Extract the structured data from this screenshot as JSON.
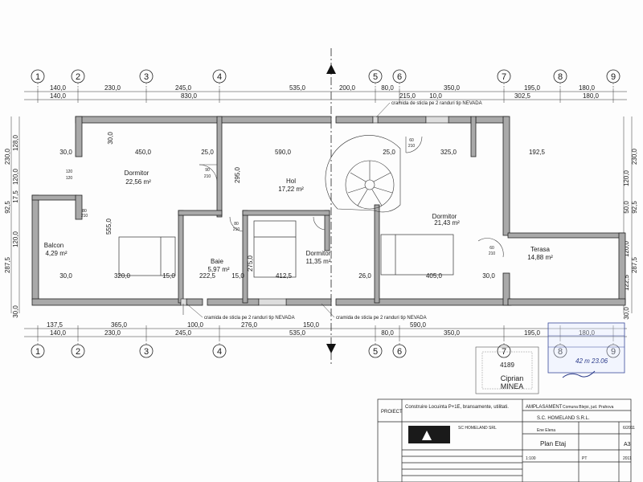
{
  "axes": {
    "top": [
      "1",
      "2",
      "3",
      "4",
      "5",
      "6",
      "7",
      "8",
      "9"
    ],
    "bottom": [
      "1",
      "2",
      "3",
      "4",
      "5",
      "6",
      "7",
      "8",
      "9"
    ]
  },
  "dims_top_row1": [
    "140,0",
    "230,0",
    "245,0",
    "535,0",
    "200,0",
    "80,0",
    "350,0",
    "195,0",
    "180,0"
  ],
  "dims_top_row2": [
    "140,0",
    "830,0",
    "215,0",
    "10,0",
    "302,5",
    "180,0"
  ],
  "dims_left": [
    "230,0",
    "128,0",
    "120,0",
    "92,5",
    "17,5",
    "120,0",
    "287,5",
    "30,0"
  ],
  "dims_right": [
    "230,0",
    "120,0",
    "50,0",
    "92,5",
    "120,0",
    "122,5",
    "287,5",
    "30,0"
  ],
  "dims_bottom_row1": [
    "137,5",
    "365,0",
    "100,0",
    "276,0",
    "150,0",
    "590,0"
  ],
  "dims_bottom_row2": [
    "140,0",
    "230,0",
    "245,0",
    "535,0",
    "80,0",
    "350,0",
    "195,0",
    "180,0"
  ],
  "interior_dims": {
    "row1": [
      "30,0",
      "450,0",
      "25,0",
      "590,0",
      "25,0",
      "325,0",
      "192,5"
    ],
    "row2": [
      "30,0",
      "320,0",
      "15,0",
      "222,5",
      "15,0",
      "412,5",
      "26,0",
      "405,0",
      "30,0"
    ],
    "vertical": [
      "30,0",
      "555,0",
      "295,0",
      "275,0"
    ]
  },
  "rooms": [
    {
      "name": "Dormitor",
      "area": "22,56 m²"
    },
    {
      "name": "Hol",
      "area": "17,22 m²"
    },
    {
      "name": "Balcon",
      "area": "4,29 m²"
    },
    {
      "name": "Baie",
      "area": "5,97 m²"
    },
    {
      "name": "Dormitor",
      "area": "11,35 m²"
    },
    {
      "name": "Dormitor",
      "area": "21,43 m²"
    },
    {
      "name": "Terasa",
      "area": "14,88 m²"
    }
  ],
  "notes": {
    "top_glass": "cramida de sticla pe 2 randuri tip NEVADA",
    "bottom_glass_left": "cramida de sticla pe 2 randuri tip NEVADA",
    "bottom_glass_right": "cramida de sticla pe 2 randuri tip NEVADA"
  },
  "openings": [
    "90",
    "210",
    "120",
    "120",
    "80",
    "210",
    "60",
    "210",
    "60",
    "210",
    "80",
    "210"
  ],
  "stamps": {
    "architect": [
      "4189",
      "Ciprian",
      "MINEA"
    ],
    "approval": "42 m 23.06"
  },
  "title_block": {
    "proiect_label": "PROIECT",
    "proiect_value": "Construire Locuinta P+1E, bransamente, utilitati.",
    "amplasament_label": "AMPLASAMENT",
    "amplasament_value": "Comuna Blejoi, jud. Prahova",
    "company_short": "SC HOMELAND SRL",
    "company_full": "S.C. HOMELAND S.R.L.",
    "owner": "Ene Elena",
    "drawing_title": "Plan Etaj",
    "format": "A3",
    "nr_proiect": "6/2011",
    "faza": "PT",
    "scara": "1:100",
    "data": "2011"
  }
}
